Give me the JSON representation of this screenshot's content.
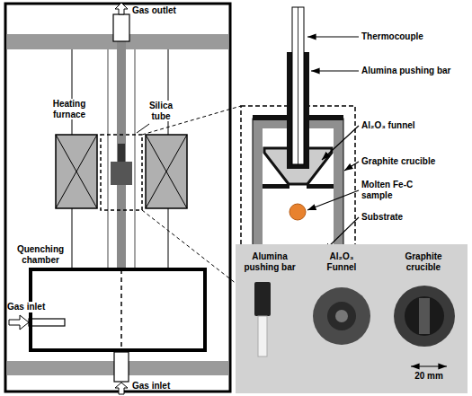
{
  "diagram": {
    "nodes": [
      {
        "text": [
          "Quenching chamber"
        ]
      },
      {
        "text": [
          "Alumina pushing bar",
          "Al₂O₃ Funnel",
          "Graphite crucible",
          "20 mm"
        ]
      }
    ],
    "labels": [
      "Gas outlet",
      "Heating furnace",
      "Silica tube",
      "Gas inlet",
      "Gas inlet",
      "Thermocouple",
      "Alumina pushing bar",
      "Al₂O₃ funnel",
      "Graphite crucible",
      "Molten Fe-C sample",
      "Substrate"
    ]
  }
}
